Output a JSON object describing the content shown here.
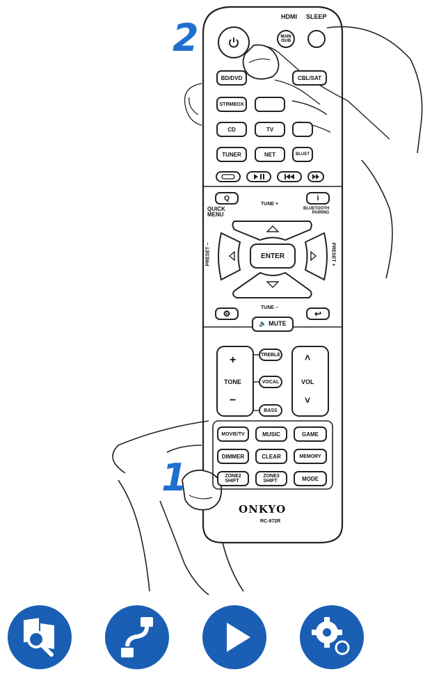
{
  "steps": {
    "step_1": "1",
    "step_2": "2"
  },
  "top_labels": {
    "hdmi": "HDMI",
    "sleep": "SLEEP",
    "main_sub": "MAIN\n/SUB"
  },
  "input_buttons": {
    "bd_dvd": "BD/DVD",
    "cbl_sat": "CBL/SAT",
    "strmbox": "STRMBOX",
    "cd": "CD",
    "tv": "TV",
    "tuner": "TUNER",
    "net": "NET",
    "bluetooth": "BLUET"
  },
  "navigation": {
    "quick_menu": "QUICK\nMENU",
    "bluetooth_pairing": "BLUETOOTH\nPAIRING",
    "tune_plus": "TUNE +",
    "tune_minus": "TUNE –",
    "preset_minus": "PRESET –",
    "preset_plus": "PRESET +",
    "enter": "ENTER",
    "mute": "MUTE",
    "q_key": "Q",
    "i_key": "i"
  },
  "tone_section": {
    "tone": "TONE",
    "vol": "VOL",
    "treble": "TREBLE",
    "vocal": "VOCAL",
    "bass": "BASS"
  },
  "mode_buttons": {
    "movie_tv": "MOVIE/TV",
    "music": "MUSIC",
    "game": "GAME",
    "dimmer": "DIMMER",
    "clear": "CLEAR",
    "memory": "MEMORY",
    "zone2_shift": "ZONE2\nSHIFT",
    "zone3_shift": "ZONE3\nSHIFT",
    "mode": "MODE"
  },
  "brand": {
    "name": "ONKYO",
    "model": "RC-972R"
  },
  "bottom_nav": {
    "icons": [
      "manual-search-icon",
      "connection-cable-icon",
      "play-icon",
      "settings-gears-icon"
    ],
    "color": "#1a5fb4"
  }
}
